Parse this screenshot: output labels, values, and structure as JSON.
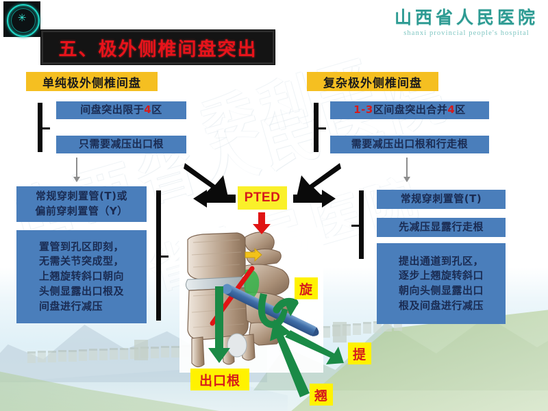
{
  "header": {
    "logo_icon": "hospital-dove-emblem-icon",
    "brand_cn": "山西省人民医院",
    "brand_en": "shanxi provincial people's hospital",
    "title": "五、极外侧椎间盘突出"
  },
  "left_column": {
    "heading": "单纯极外侧椎间盘",
    "criteria": [
      {
        "pre": "间盘突出限于",
        "hl": "4",
        "post": "区"
      },
      {
        "pre": "只需要减压出口根",
        "hl": "",
        "post": ""
      }
    ],
    "steps": [
      "常规穿刺置管(T)或\n偏前穿刺置管（Y）",
      "置管到孔区即刻，\n无需关节突成型，\n上翘旋转斜口朝向\n头侧显露出口根及\n间盘进行减压"
    ]
  },
  "right_column": {
    "heading": "复杂极外侧椎间盘",
    "criteria": [
      {
        "pre": "",
        "hl": "1-3",
        "post": "区间盘突出合并",
        "hl2": "4",
        "post2": "区"
      },
      {
        "pre": "需要减压出口根和行走根",
        "hl": "",
        "post": ""
      }
    ],
    "steps": [
      "常规穿刺置管(T)",
      "先减压显露行走根",
      "提出通道到孔区，\n逐步上翘旋转斜口\n朝向头侧显露出口\n根及间盘进行减压"
    ]
  },
  "center": {
    "pted_label": "PTED",
    "arrow_in_left_icon": "black-diagonal-arrow-icon",
    "arrow_in_right_icon": "black-diagonal-arrow-icon",
    "arrow_out_left_icon": "black-left-arrow-icon",
    "arrow_out_right_icon": "black-right-arrow-icon",
    "arrow_down_icon": "red-down-arrow-icon"
  },
  "illustration": {
    "name": "lumbar-vertebra-lateral-illustration",
    "cannula_icon": "blue-cannula-icon",
    "nerve_root_icon": "red-nerve-root-icon",
    "disc_highlight_icon": "green-disc-highlight-icon",
    "marker_icon": "yellow-marker-arrow-icon"
  },
  "maneuver_tags": [
    {
      "label": "旋",
      "name": "tag-rotate"
    },
    {
      "label": "提",
      "name": "tag-lift"
    },
    {
      "label": "翘",
      "name": "tag-tilt"
    },
    {
      "label": "出口根",
      "name": "tag-exiting-root"
    }
  ],
  "watermark": {
    "line_a": "山西省人民医院",
    "line_b": "委利平",
    "line_c": "山西省人民医院"
  },
  "colors": {
    "heading_yellow": "#f5bf21",
    "box_blue": "#4a7ebb",
    "box_text": "#1a2b52",
    "accent_red": "#d61b1b",
    "tag_yellow": "#fff200",
    "pted_yellow": "#faf02a",
    "brand_teal": "#2e9b93",
    "green_arrow": "#1a8a46",
    "title_bg": "#141414"
  }
}
